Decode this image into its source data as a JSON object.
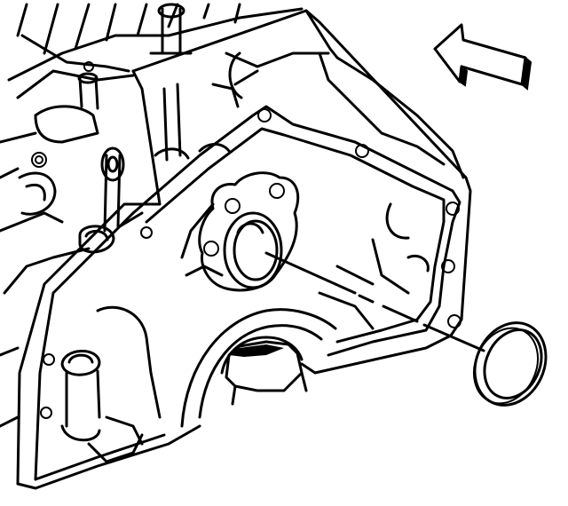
{
  "diagram": {
    "background": "#ffffff",
    "ink": "#000000",
    "parts": [
      {
        "id": "engine-block-rear",
        "icon": "engine-block-icon"
      },
      {
        "id": "camshaft-bore",
        "icon": "bore-icon"
      },
      {
        "id": "camshaft-rear-bearing-seal",
        "icon": "seal-ring-icon"
      },
      {
        "id": "crankshaft-opening",
        "icon": "crank-opening-icon"
      },
      {
        "id": "direction-arrow",
        "icon": "arrow-icon"
      },
      {
        "id": "installation-leader-line",
        "icon": "dashed-line-icon"
      }
    ]
  }
}
